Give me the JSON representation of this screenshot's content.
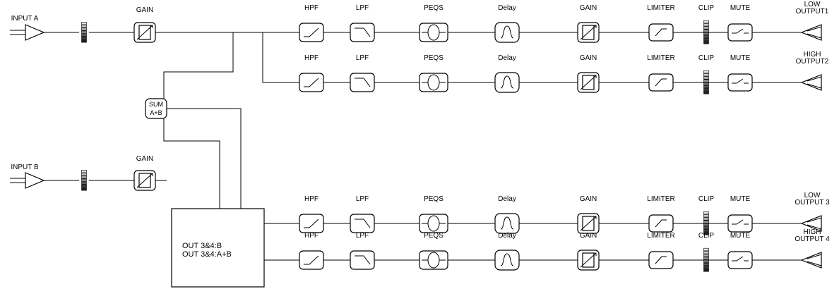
{
  "inputs": [
    {
      "id": "a",
      "label": "INPUT A",
      "gain_label": "GAIN"
    },
    {
      "id": "b",
      "label": "INPUT B",
      "gain_label": "GAIN"
    }
  ],
  "sum_block": {
    "line1": "SUM",
    "line2": "A+B"
  },
  "route_block": {
    "line1": "OUT 3&4:B",
    "line2": "OUT 3&4:A+B"
  },
  "block_labels": {
    "hpf": "HPF",
    "lpf": "LPF",
    "peqs": "PEQS",
    "delay": "Delay",
    "gain": "GAIN",
    "limiter": "LIMITER",
    "clip": "CLIP",
    "mute": "MUTE"
  },
  "outputs": [
    {
      "id": "out1",
      "line1": "LOW",
      "line2": "OUTPUT1"
    },
    {
      "id": "out2",
      "line1": "HIGH",
      "line2": "OUTPUT2"
    },
    {
      "id": "out3",
      "line1": "LOW",
      "line2": "OUTPUT 3"
    },
    {
      "id": "out4",
      "line1": "HIGH",
      "line2": "OUTPUT 4"
    }
  ]
}
